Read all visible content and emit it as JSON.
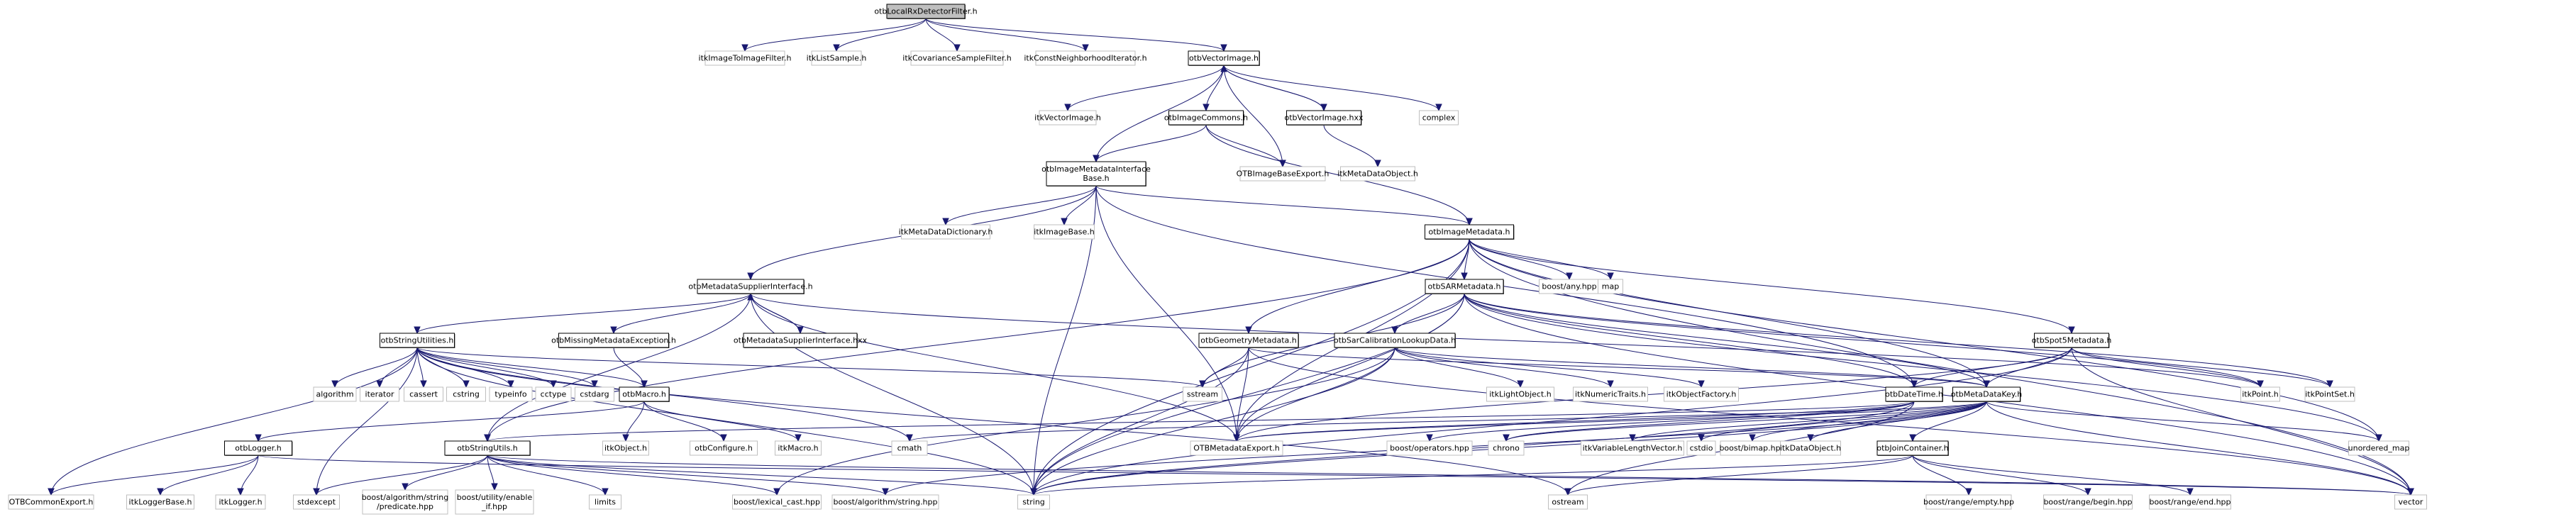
{
  "title": "otbLocalRxDetectorFilter.h include dependency graph",
  "colors": {
    "edge": "#191970",
    "root_fill": "#bfbfbf",
    "project_border": "#000000",
    "external_border": "#bfbfbf",
    "background": "#ffffff"
  },
  "nodes": [
    {
      "id": "root",
      "label": "otbLocalRxDetectorFilter.h",
      "kind": "root"
    },
    {
      "id": "itkImageToImageFilter",
      "label": "itkImageToImageFilter.h",
      "kind": "external"
    },
    {
      "id": "itkListSample",
      "label": "itkListSample.h",
      "kind": "external"
    },
    {
      "id": "itkCovarianceSampleFilter",
      "label": "itkCovarianceSampleFilter.h",
      "kind": "external"
    },
    {
      "id": "itkConstNeighborhoodIterator",
      "label": "itkConstNeighborhoodIterator.h",
      "kind": "external"
    },
    {
      "id": "otbVectorImage",
      "label": "otbVectorImage.h",
      "kind": "project"
    },
    {
      "id": "itkVectorImage",
      "label": "itkVectorImage.h",
      "kind": "external"
    },
    {
      "id": "otbImageCommons",
      "label": "otbImageCommons.h",
      "kind": "project"
    },
    {
      "id": "otbVectorImageHxx",
      "label": "otbVectorImage.hxx",
      "kind": "project"
    },
    {
      "id": "complex",
      "label": "complex",
      "kind": "external"
    },
    {
      "id": "otbImageMetadataInterfaceBase",
      "label": "otbImageMetadataInterface\nBase.h",
      "kind": "project"
    },
    {
      "id": "OTBImageBaseExport",
      "label": "OTBImageBaseExport.h",
      "kind": "external"
    },
    {
      "id": "itkMetaDataObject",
      "label": "itkMetaDataObject.h",
      "kind": "external"
    },
    {
      "id": "itkMetaDataDictionary",
      "label": "itkMetaDataDictionary.h",
      "kind": "external"
    },
    {
      "id": "itkImageBase",
      "label": "itkImageBase.h",
      "kind": "external"
    },
    {
      "id": "otbImageMetadata",
      "label": "otbImageMetadata.h",
      "kind": "project"
    },
    {
      "id": "otbMetadataSupplierInterface",
      "label": "otbMetadataSupplierInterface.h",
      "kind": "project"
    },
    {
      "id": "otbSARMetadata",
      "label": "otbSARMetadata.h",
      "kind": "project"
    },
    {
      "id": "boostAny",
      "label": "boost/any.hpp",
      "kind": "external"
    },
    {
      "id": "map",
      "label": "map",
      "kind": "external"
    },
    {
      "id": "otbStringUtilities",
      "label": "otbStringUtilities.h",
      "kind": "project"
    },
    {
      "id": "otbMissingMetadataException",
      "label": "otbMissingMetadataException.h",
      "kind": "project"
    },
    {
      "id": "otbMetadataSupplierInterfaceHxx",
      "label": "otbMetadataSupplierInterface.hxx",
      "kind": "project"
    },
    {
      "id": "otbGeometryMetadata",
      "label": "otbGeometryMetadata.h",
      "kind": "project"
    },
    {
      "id": "otbSarCalibrationLookupData",
      "label": "otbSarCalibrationLookupData.h",
      "kind": "project"
    },
    {
      "id": "otbSpot5Metadata",
      "label": "otbSpot5Metadata.h",
      "kind": "project"
    },
    {
      "id": "algorithm",
      "label": "algorithm",
      "kind": "external"
    },
    {
      "id": "iterator",
      "label": "iterator",
      "kind": "external"
    },
    {
      "id": "cassert",
      "label": "cassert",
      "kind": "external"
    },
    {
      "id": "cstring",
      "label": "cstring",
      "kind": "external"
    },
    {
      "id": "typeinfo",
      "label": "typeinfo",
      "kind": "external"
    },
    {
      "id": "cctype",
      "label": "cctype",
      "kind": "external"
    },
    {
      "id": "cstdarg",
      "label": "cstdarg",
      "kind": "external"
    },
    {
      "id": "otbMacro",
      "label": "otbMacro.h",
      "kind": "project"
    },
    {
      "id": "sstream",
      "label": "sstream",
      "kind": "external"
    },
    {
      "id": "itkLightObject",
      "label": "itkLightObject.h",
      "kind": "external"
    },
    {
      "id": "itkNumericTraits",
      "label": "itkNumericTraits.h",
      "kind": "external"
    },
    {
      "id": "itkObjectFactory",
      "label": "itkObjectFactory.h",
      "kind": "external"
    },
    {
      "id": "otbDateTime",
      "label": "otbDateTime.h",
      "kind": "project"
    },
    {
      "id": "otbMetaDataKey",
      "label": "otbMetaDataKey.h",
      "kind": "project"
    },
    {
      "id": "itkPoint",
      "label": "itkPoint.h",
      "kind": "external"
    },
    {
      "id": "itkPointSet",
      "label": "itkPointSet.h",
      "kind": "external"
    },
    {
      "id": "otbLogger",
      "label": "otbLogger.h",
      "kind": "project"
    },
    {
      "id": "otbStringUtils",
      "label": "otbStringUtils.h",
      "kind": "project"
    },
    {
      "id": "itkObject",
      "label": "itkObject.h",
      "kind": "external"
    },
    {
      "id": "otbConfigure",
      "label": "otbConfigure.h",
      "kind": "external"
    },
    {
      "id": "itkMacro",
      "label": "itkMacro.h",
      "kind": "external"
    },
    {
      "id": "cmath",
      "label": "cmath",
      "kind": "external"
    },
    {
      "id": "OTBMetadataExport",
      "label": "OTBMetadataExport.h",
      "kind": "external"
    },
    {
      "id": "boostOperators",
      "label": "boost/operators.hpp",
      "kind": "external"
    },
    {
      "id": "chrono",
      "label": "chrono",
      "kind": "external"
    },
    {
      "id": "itkVariableLengthVector",
      "label": "itkVariableLengthVector.h",
      "kind": "external"
    },
    {
      "id": "cstdio",
      "label": "cstdio",
      "kind": "external"
    },
    {
      "id": "boostBimap",
      "label": "boost/bimap.hpp",
      "kind": "external"
    },
    {
      "id": "itkDataObject",
      "label": "itkDataObject.h",
      "kind": "external"
    },
    {
      "id": "otbJoinContainer",
      "label": "otbJoinContainer.h",
      "kind": "project"
    },
    {
      "id": "unorderedMap",
      "label": "unordered_map",
      "kind": "external"
    },
    {
      "id": "OTBCommonExport",
      "label": "OTBCommonExport.h",
      "kind": "external"
    },
    {
      "id": "itkLoggerBase",
      "label": "itkLoggerBase.h",
      "kind": "external"
    },
    {
      "id": "itkLogger",
      "label": "itkLogger.h",
      "kind": "external"
    },
    {
      "id": "stdexcept",
      "label": "stdexcept",
      "kind": "external"
    },
    {
      "id": "boostPredicate",
      "label": "boost/algorithm/string\n/predicate.hpp",
      "kind": "external"
    },
    {
      "id": "boostEnableIf",
      "label": "boost/utility/enable\n_if.hpp",
      "kind": "external"
    },
    {
      "id": "limits",
      "label": "limits",
      "kind": "external"
    },
    {
      "id": "boostLexicalCast",
      "label": "boost/lexical_cast.hpp",
      "kind": "external"
    },
    {
      "id": "boostAlgorithmString",
      "label": "boost/algorithm/string.hpp",
      "kind": "external"
    },
    {
      "id": "string",
      "label": "string",
      "kind": "external"
    },
    {
      "id": "ostream",
      "label": "ostream",
      "kind": "external"
    },
    {
      "id": "boostRangeEmpty",
      "label": "boost/range/empty.hpp",
      "kind": "external"
    },
    {
      "id": "boostRangeBegin",
      "label": "boost/range/begin.hpp",
      "kind": "external"
    },
    {
      "id": "boostRangeEnd",
      "label": "boost/range/end.hpp",
      "kind": "external"
    },
    {
      "id": "vector",
      "label": "vector",
      "kind": "external"
    }
  ],
  "edges": [
    [
      "root",
      "itkImageToImageFilter"
    ],
    [
      "root",
      "itkListSample"
    ],
    [
      "root",
      "itkCovarianceSampleFilter"
    ],
    [
      "root",
      "itkConstNeighborhoodIterator"
    ],
    [
      "root",
      "otbVectorImage"
    ],
    [
      "otbVectorImage",
      "itkVectorImage"
    ],
    [
      "otbVectorImage",
      "otbImageCommons"
    ],
    [
      "otbVectorImage",
      "otbVectorImageHxx"
    ],
    [
      "otbVectorImage",
      "complex"
    ],
    [
      "otbVectorImage",
      "OTBImageBaseExport"
    ],
    [
      "otbVectorImage",
      "otbImageMetadataInterfaceBase"
    ],
    [
      "otbVectorImageHxx",
      "otbVectorImage"
    ],
    [
      "otbVectorImageHxx",
      "itkMetaDataObject"
    ],
    [
      "otbImageCommons",
      "otbImageMetadataInterfaceBase"
    ],
    [
      "otbImageCommons",
      "OTBImageBaseExport"
    ],
    [
      "otbImageCommons",
      "otbImageMetadata"
    ],
    [
      "otbImageMetadataInterfaceBase",
      "itkMetaDataDictionary"
    ],
    [
      "otbImageMetadataInterfaceBase",
      "itkImageBase"
    ],
    [
      "otbImageMetadataInterfaceBase",
      "otbImageMetadata"
    ],
    [
      "otbImageMetadataInterfaceBase",
      "otbMetadataSupplierInterface"
    ],
    [
      "otbImageMetadataInterfaceBase",
      "OTBMetadataExport"
    ],
    [
      "otbImageMetadataInterfaceBase",
      "string"
    ],
    [
      "otbImageMetadataInterfaceBase",
      "otbDateTime"
    ],
    [
      "otbImageMetadata",
      "otbSARMetadata"
    ],
    [
      "otbImageMetadata",
      "boostAny"
    ],
    [
      "otbImageMetadata",
      "map"
    ],
    [
      "otbImageMetadata",
      "otbGeometryMetadata"
    ],
    [
      "otbImageMetadata",
      "otbSpot5Metadata"
    ],
    [
      "otbImageMetadata",
      "otbMetaDataKey"
    ],
    [
      "otbImageMetadata",
      "OTBMetadataExport"
    ],
    [
      "otbImageMetadata",
      "string"
    ],
    [
      "otbImageMetadata",
      "vector"
    ],
    [
      "otbImageMetadata",
      "unorderedMap"
    ],
    [
      "otbImageMetadata",
      "otbStringUtils"
    ],
    [
      "otbMetadataSupplierInterface",
      "otbStringUtilities"
    ],
    [
      "otbMetadataSupplierInterface",
      "otbMissingMetadataException"
    ],
    [
      "otbMetadataSupplierInterface",
      "otbMetadataSupplierInterfaceHxx"
    ],
    [
      "otbMetadataSupplierInterfaceHxx",
      "otbMetadataSupplierInterface"
    ],
    [
      "otbMetadataSupplierInterface",
      "OTBMetadataExport"
    ],
    [
      "otbMetadataSupplierInterface",
      "string"
    ],
    [
      "otbMetadataSupplierInterface",
      "otbStringUtils"
    ],
    [
      "otbMetadataSupplierInterface",
      "itkPoint"
    ],
    [
      "otbStringUtilities",
      "algorithm"
    ],
    [
      "otbStringUtilities",
      "iterator"
    ],
    [
      "otbStringUtilities",
      "cassert"
    ],
    [
      "otbStringUtilities",
      "cstring"
    ],
    [
      "otbStringUtilities",
      "typeinfo"
    ],
    [
      "otbStringUtilities",
      "cctype"
    ],
    [
      "otbStringUtilities",
      "cstdarg"
    ],
    [
      "otbStringUtilities",
      "otbMacro"
    ],
    [
      "otbStringUtilities",
      "sstream"
    ],
    [
      "otbStringUtilities",
      "cmath"
    ],
    [
      "otbStringUtilities",
      "string"
    ],
    [
      "otbStringUtilities",
      "OTBCommonExport"
    ],
    [
      "otbStringUtilities",
      "stdexcept"
    ],
    [
      "otbStringUtilities",
      "ostream"
    ],
    [
      "otbMissingMetadataException",
      "otbMacro"
    ],
    [
      "otbMacro",
      "itkObject"
    ],
    [
      "otbMacro",
      "otbConfigure"
    ],
    [
      "otbMacro",
      "itkMacro"
    ],
    [
      "otbMacro",
      "otbLogger"
    ],
    [
      "otbLogger",
      "OTBCommonExport"
    ],
    [
      "otbLogger",
      "itkLoggerBase"
    ],
    [
      "otbLogger",
      "itkLogger"
    ],
    [
      "otbLogger",
      "vector"
    ],
    [
      "otbStringUtils",
      "stdexcept"
    ],
    [
      "otbStringUtils",
      "boostPredicate"
    ],
    [
      "otbStringUtils",
      "boostEnableIf"
    ],
    [
      "otbStringUtils",
      "limits"
    ],
    [
      "otbStringUtils",
      "boostLexicalCast"
    ],
    [
      "otbStringUtils",
      "boostAlgorithmString"
    ],
    [
      "otbStringUtils",
      "string"
    ],
    [
      "otbStringUtils",
      "vector"
    ],
    [
      "otbSARMetadata",
      "otbSarCalibrationLookupData"
    ],
    [
      "otbSARMetadata",
      "otbDateTime"
    ],
    [
      "otbSARMetadata",
      "otbMetaDataKey"
    ],
    [
      "otbSARMetadata",
      "OTBMetadataExport"
    ],
    [
      "otbSARMetadata",
      "string"
    ],
    [
      "otbSARMetadata",
      "sstream"
    ],
    [
      "otbSARMetadata",
      "itkPoint"
    ],
    [
      "otbSARMetadata",
      "itkPointSet"
    ],
    [
      "otbSARMetadata",
      "vector"
    ],
    [
      "otbSARMetadata",
      "unorderedMap"
    ],
    [
      "otbGeometryMetadata",
      "sstream"
    ],
    [
      "otbGeometryMetadata",
      "OTBMetadataExport"
    ],
    [
      "otbGeometryMetadata",
      "string"
    ],
    [
      "otbGeometryMetadata",
      "otbMetaDataKey"
    ],
    [
      "otbGeometryMetadata",
      "vector"
    ],
    [
      "otbSarCalibrationLookupData",
      "itkLightObject"
    ],
    [
      "otbSarCalibrationLookupData",
      "itkNumericTraits"
    ],
    [
      "otbSarCalibrationLookupData",
      "itkObjectFactory"
    ],
    [
      "otbSarCalibrationLookupData",
      "OTBMetadataExport"
    ],
    [
      "otbSarCalibrationLookupData",
      "string"
    ],
    [
      "otbSarCalibrationLookupData",
      "otbMetaDataKey"
    ],
    [
      "otbSarCalibrationLookupData",
      "boostLexicalCast"
    ],
    [
      "otbSpot5Metadata",
      "otbDateTime"
    ],
    [
      "otbSpot5Metadata",
      "otbMetaDataKey"
    ],
    [
      "otbSpot5Metadata",
      "itkPoint"
    ],
    [
      "otbSpot5Metadata",
      "itkPointSet"
    ],
    [
      "otbSpot5Metadata",
      "vector"
    ],
    [
      "otbSpot5Metadata",
      "string"
    ],
    [
      "otbSpot5Metadata",
      "OTBMetadataExport"
    ],
    [
      "otbDateTime",
      "OTBMetadataExport"
    ],
    [
      "otbDateTime",
      "boostOperators"
    ],
    [
      "otbDateTime",
      "chrono"
    ],
    [
      "otbDateTime",
      "string"
    ],
    [
      "otbDateTime",
      "otbStringUtils"
    ],
    [
      "otbDateTime",
      "ostream"
    ],
    [
      "otbMetaDataKey",
      "itkVariableLengthVector"
    ],
    [
      "otbMetaDataKey",
      "cstdio"
    ],
    [
      "otbMetaDataKey",
      "boostBimap"
    ],
    [
      "otbMetaDataKey",
      "itkDataObject"
    ],
    [
      "otbMetaDataKey",
      "otbJoinContainer"
    ],
    [
      "otbMetaDataKey",
      "unorderedMap"
    ],
    [
      "otbMetaDataKey",
      "vector"
    ],
    [
      "otbMetaDataKey",
      "OTBMetadataExport"
    ],
    [
      "otbMetaDataKey",
      "string"
    ],
    [
      "otbMetaDataKey",
      "cmath"
    ],
    [
      "otbMetaDataKey",
      "boostAlgorithmString"
    ],
    [
      "otbMetaDataKey",
      "chrono"
    ],
    [
      "otbJoinContainer",
      "boostRangeEmpty"
    ],
    [
      "otbJoinContainer",
      "boostRangeBegin"
    ],
    [
      "otbJoinContainer",
      "boostRangeEnd"
    ],
    [
      "otbJoinContainer",
      "string"
    ],
    [
      "otbJoinContainer",
      "ostream"
    ]
  ]
}
